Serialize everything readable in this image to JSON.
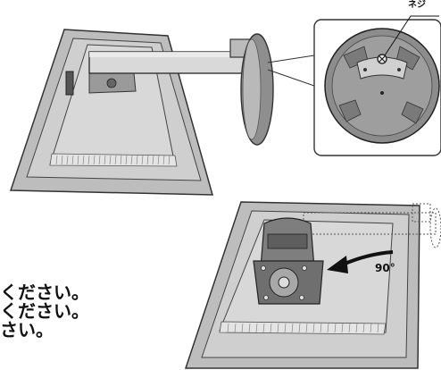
{
  "labels": {
    "screw": "ネジ",
    "rotation_angle": "90°"
  },
  "instructions": [
    "ください。",
    "ください。",
    "さい。"
  ]
}
